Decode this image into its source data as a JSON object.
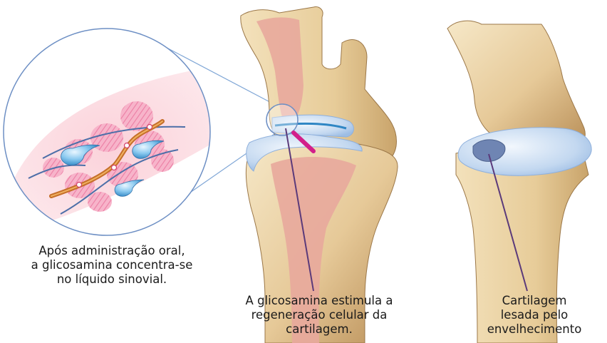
{
  "captions": {
    "left": [
      "Após administração oral,",
      "a glicosamina concentra-se",
      "no líquido sinovial."
    ],
    "middle": [
      "A glicosamina estimula a",
      "regeneração celular da",
      "cartilagem."
    ],
    "right": [
      "Cartilagem",
      "lesada pelo",
      "envelhecimento"
    ]
  },
  "colors": {
    "bone": "#e9cf9e",
    "marrow": "#e3a29a",
    "cartilage": "#c9dcf2",
    "synovial_fluid": "#5aa6d8",
    "glucosamine_molecule": "#f29ab8",
    "collagen_fiber": "#d88a3a",
    "pointer_line": "#5b3a7a",
    "magnifier": "#d21f8a"
  },
  "icons": [
    "zoom-circle",
    "magnifier-icon",
    "knee-joint",
    "knee-joint-damaged"
  ]
}
